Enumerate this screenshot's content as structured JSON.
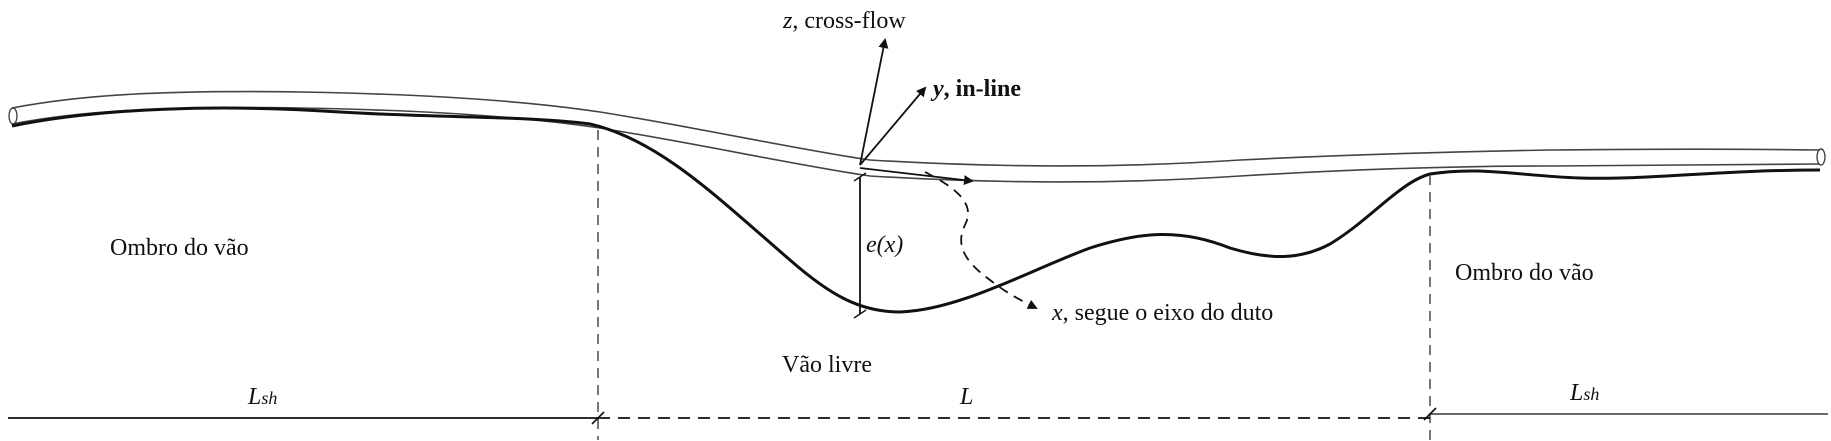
{
  "labels": {
    "z_axis_var": "z",
    "z_axis_text": ", cross-flow",
    "y_axis_var": "y",
    "y_axis_text": ", in-line",
    "x_axis_var": "x",
    "x_axis_text": ",  segue o eixo do duto",
    "gap_label": "e(x)",
    "left_shoulder": "Ombro do vão",
    "right_shoulder": "Ombro do vão",
    "free_span": "Vão livre",
    "left_length_main": "L",
    "left_length_sub": "sh",
    "span_length": "L",
    "right_length_main": "L",
    "right_length_sub": "sh"
  },
  "colors": {
    "line": "#111111",
    "dashed": "#555555",
    "pipe": "#444444"
  }
}
